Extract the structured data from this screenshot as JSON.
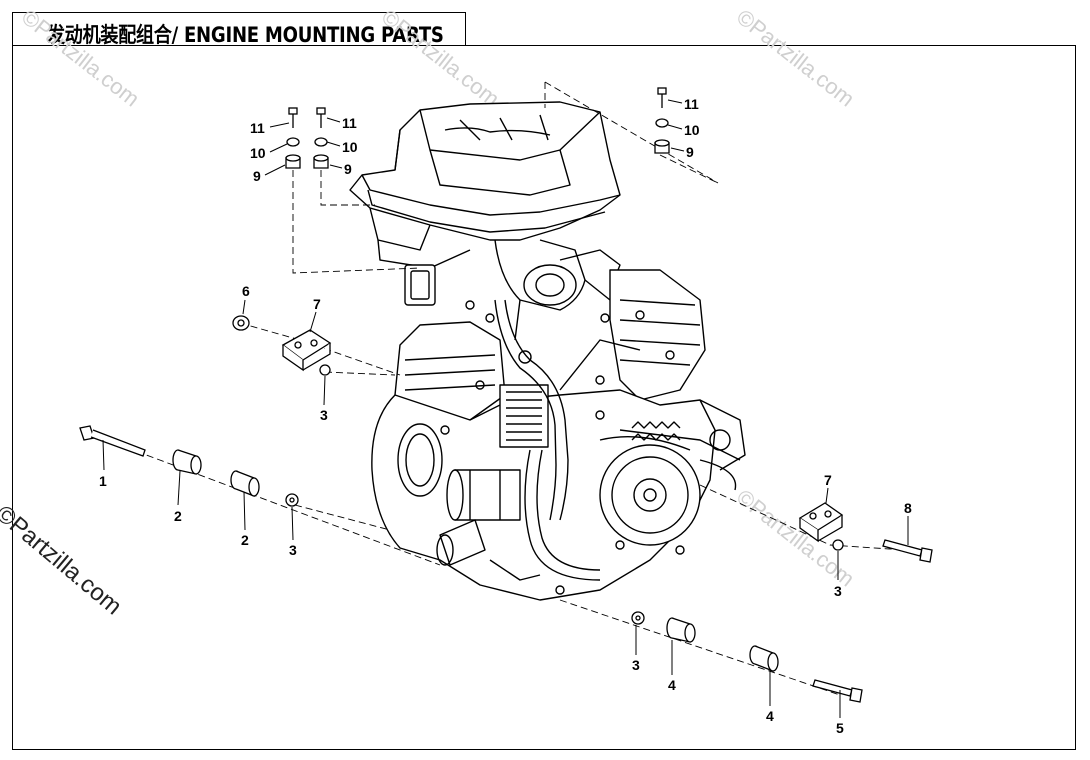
{
  "title": "发动机装配组合/ ENGINE MOUNTING PARTS",
  "watermark": "©Partzilla.com",
  "colors": {
    "line": "#000000",
    "watermark": "#cfcfcf",
    "background": "#ffffff"
  },
  "callouts": [
    {
      "id": "c11a",
      "label": "11"
    },
    {
      "id": "c10a",
      "label": "10"
    },
    {
      "id": "c9a",
      "label": "9"
    },
    {
      "id": "c11b",
      "label": "11"
    },
    {
      "id": "c10b",
      "label": "10"
    },
    {
      "id": "c9b",
      "label": "9"
    },
    {
      "id": "c11c",
      "label": "11"
    },
    {
      "id": "c10c",
      "label": "10"
    },
    {
      "id": "c9c",
      "label": "9"
    },
    {
      "id": "c6",
      "label": "6"
    },
    {
      "id": "c7a",
      "label": "7"
    },
    {
      "id": "c3a",
      "label": "3"
    },
    {
      "id": "c1",
      "label": "1"
    },
    {
      "id": "c2a",
      "label": "2"
    },
    {
      "id": "c2b",
      "label": "2"
    },
    {
      "id": "c3b",
      "label": "3"
    },
    {
      "id": "c7b",
      "label": "7"
    },
    {
      "id": "c8",
      "label": "8"
    },
    {
      "id": "c3c",
      "label": "3"
    },
    {
      "id": "c3d",
      "label": "3"
    },
    {
      "id": "c4a",
      "label": "4"
    },
    {
      "id": "c4b",
      "label": "4"
    },
    {
      "id": "c5",
      "label": "5"
    }
  ]
}
